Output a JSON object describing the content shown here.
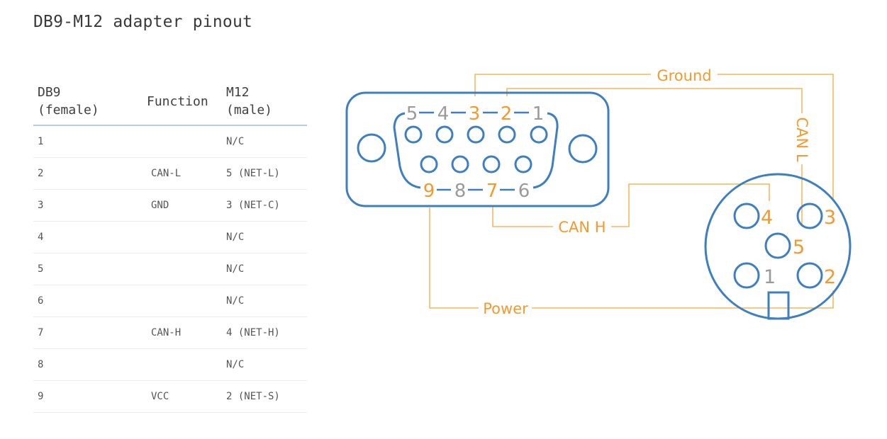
{
  "title": "DB9-M12 adapter pinout",
  "table": {
    "headers": {
      "db9_line1": "DB9",
      "db9_line2": "(female)",
      "function": "Function",
      "m12_line1": "M12",
      "m12_line2": "(male)"
    },
    "rows": [
      {
        "db9": "1",
        "function": "",
        "m12": "N/C"
      },
      {
        "db9": "2",
        "function": "CAN-L",
        "m12": "5 (NET-L)"
      },
      {
        "db9": "3",
        "function": "GND",
        "m12": "3 (NET-C)"
      },
      {
        "db9": "4",
        "function": "",
        "m12": "N/C"
      },
      {
        "db9": "5",
        "function": "",
        "m12": "N/C"
      },
      {
        "db9": "6",
        "function": "",
        "m12": "N/C"
      },
      {
        "db9": "7",
        "function": "CAN-H",
        "m12": "4 (NET-H)"
      },
      {
        "db9": "8",
        "function": "",
        "m12": "N/C"
      },
      {
        "db9": "9",
        "function": "VCC",
        "m12": "2 (NET-S)"
      }
    ]
  },
  "diagram": {
    "colors": {
      "connector": "#3d7fc0",
      "wire": "#f5b75f",
      "active_label": "#f29a2e",
      "inactive_label": "#9a9a9a"
    },
    "db9": {
      "top_row_labels": [
        "5",
        "4",
        "3",
        "2",
        "1"
      ],
      "bottom_row_labels": [
        "9",
        "8",
        "7",
        "6"
      ],
      "active_pins": [
        "3",
        "2",
        "9",
        "7"
      ]
    },
    "m12": {
      "pin_labels": [
        "4",
        "3",
        "5",
        "1",
        "2"
      ],
      "active_pins": [
        "4",
        "3",
        "5",
        "2"
      ]
    },
    "wires": {
      "ground": "Ground",
      "can_l": "CAN L",
      "can_h": "CAN H",
      "power": "Power"
    }
  }
}
